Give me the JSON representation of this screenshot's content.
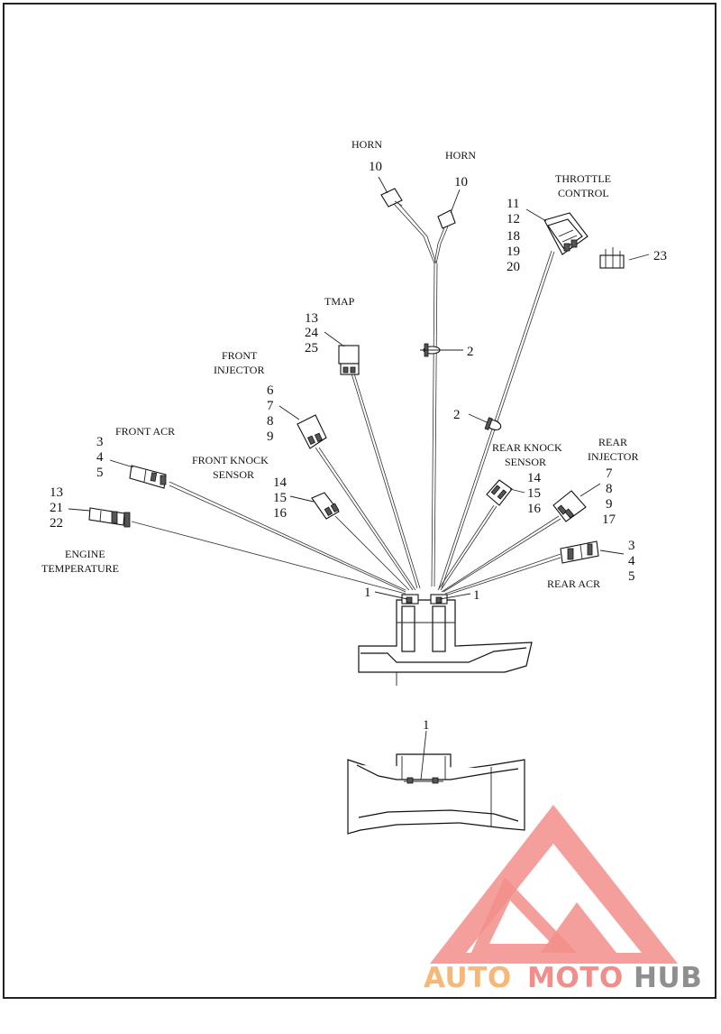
{
  "labels": {
    "horn_left": "HORN",
    "horn_right": "HORN",
    "throttle_1": "THROTTLE",
    "throttle_2": "CONTROL",
    "tmap": "TMAP",
    "front_injector_1": "FRONT",
    "front_injector_2": "INJECTOR",
    "front_acr": "FRONT ACR",
    "front_knock_1": "FRONT KNOCK",
    "front_knock_2": "SENSOR",
    "engine_temp_1": "ENGINE",
    "engine_temp_2": "TEMPERATURE",
    "rear_knock_1": "REAR KNOCK",
    "rear_knock_2": "SENSOR",
    "rear_injector_1": "REAR",
    "rear_injector_2": "INJECTOR",
    "rear_acr": "REAR ACR"
  },
  "callouts": {
    "horn_left": [
      "10"
    ],
    "horn_right": [
      "10"
    ],
    "throttle": [
      "11",
      "12",
      "18",
      "19",
      "20"
    ],
    "part23": [
      "23"
    ],
    "tmap": [
      "13",
      "24",
      "25"
    ],
    "clip_upper": [
      "2"
    ],
    "clip_lower": [
      "2"
    ],
    "front_injector": [
      "6",
      "7",
      "8",
      "9"
    ],
    "front_acr": [
      "3",
      "4",
      "5"
    ],
    "front_knock": [
      "14",
      "15",
      "16"
    ],
    "engine_temp": [
      "13",
      "21",
      "22"
    ],
    "rear_knock": [
      "14",
      "15",
      "16"
    ],
    "rear_injector": [
      "7",
      "8",
      "9",
      "17"
    ],
    "rear_acr": [
      "3",
      "4",
      "5"
    ],
    "bracket_left": [
      "1"
    ],
    "bracket_right": [
      "1"
    ],
    "detail": [
      "1"
    ]
  },
  "watermark": {
    "part1": "AUTO",
    "part2": "MOTO",
    "part3": "HUB",
    "colors": {
      "logo": "#f28e8a",
      "auto": "#f6b877",
      "moto": "#f28e8a",
      "hub": "#8f8f8f"
    }
  }
}
